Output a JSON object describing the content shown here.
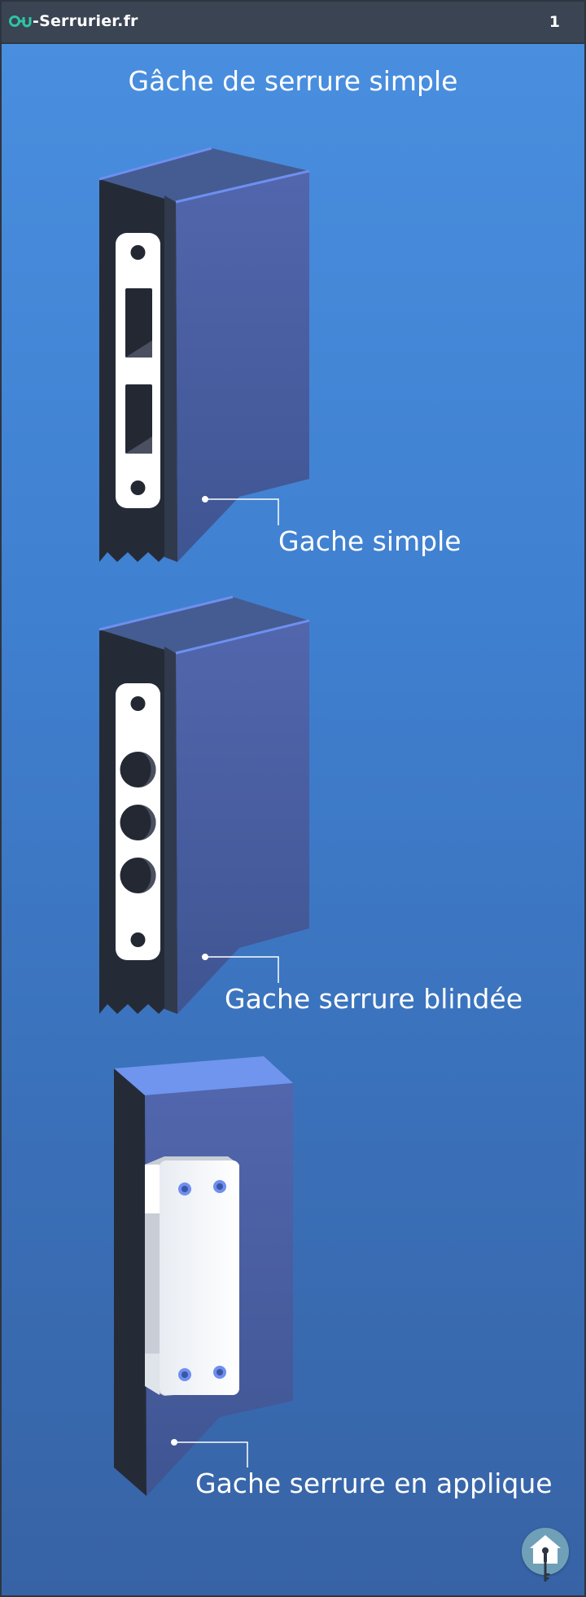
{
  "header": {
    "logo_icon": "key-icon",
    "brand": "-Serrurier.fr",
    "page_number": "1"
  },
  "page": {
    "title": "Gâche de serrure simple"
  },
  "items": [
    {
      "label": "Gache simple",
      "icon": "strike-plate-simple-illustration"
    },
    {
      "label": "Gache serrure blindée",
      "icon": "strike-plate-armored-illustration"
    },
    {
      "label": "Gache serrure en applique",
      "icon": "surface-mounted-strike-illustration"
    }
  ],
  "fab": {
    "icon": "home-key-icon"
  },
  "colors": {
    "topbar": "#3a4452",
    "background_top": "#4a8fe0",
    "background_bottom": "#3763a5",
    "block_front": "#4a63a8",
    "block_top": "#465f92",
    "block_edge": "#262c38",
    "logo_accent": "#2ec4a4",
    "text": "#ffffff"
  }
}
